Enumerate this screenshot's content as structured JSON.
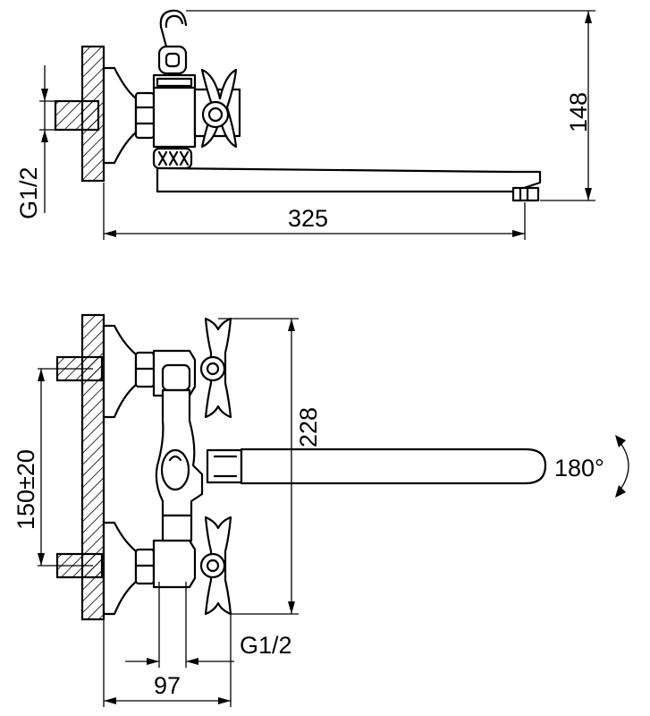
{
  "top_view": {
    "thread_label": "G1/2",
    "width_label": "325",
    "height_label": "148"
  },
  "front_view": {
    "thread_label": "G1/2",
    "spacing_label": "150±20",
    "height_label": "228",
    "rotation_label": "180°",
    "depth_label": "97"
  }
}
